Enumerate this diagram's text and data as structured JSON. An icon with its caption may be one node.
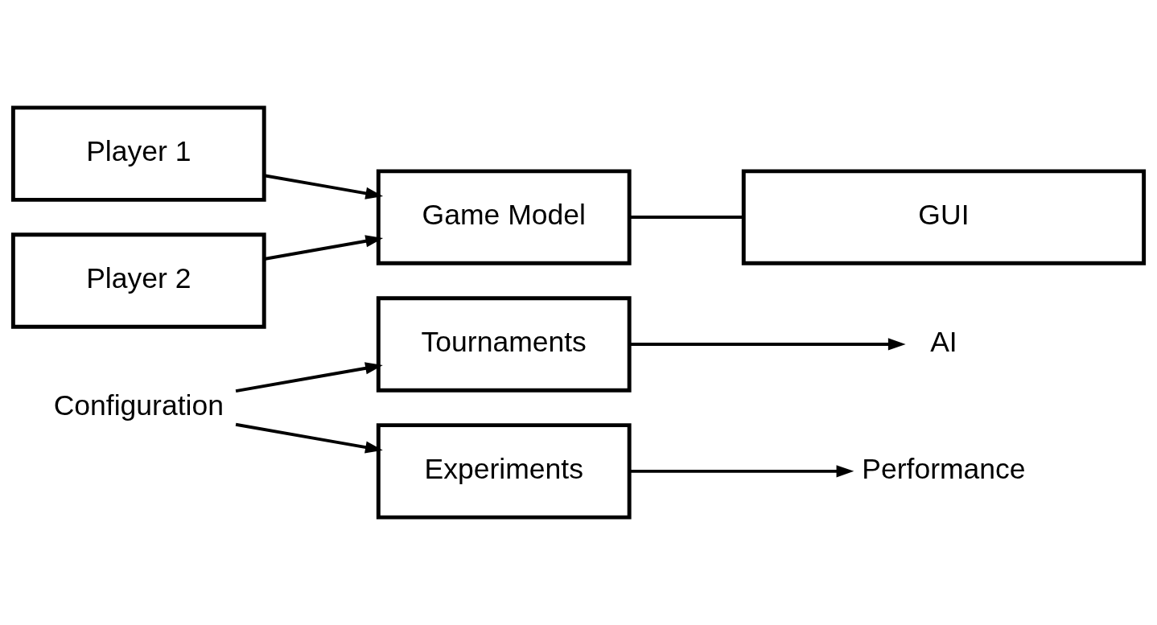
{
  "diagram": {
    "nodes": [
      {
        "text": [
          "GUI"
        ]
      },
      {
        "text": [
          "Player 1"
        ]
      },
      {
        "text": [
          "Player 2"
        ]
      },
      {
        "text": [
          "Game Model"
        ]
      },
      {
        "text": [
          "Tournaments"
        ]
      },
      {
        "text": [
          "Experiments"
        ]
      },
      {
        "text": [
          "AI"
        ]
      },
      {
        "text": [
          "Performance"
        ]
      },
      {
        "text": [
          "Configuration"
        ]
      }
    ],
    "edges": [
      {
        "from": 3,
        "to": 0,
        "arrow": "none"
      },
      {
        "from": 1,
        "to": 3,
        "arrow": "to"
      },
      {
        "from": 2,
        "to": 3,
        "arrow": "to"
      },
      {
        "from": 4,
        "to": 6,
        "arrow": "to"
      },
      {
        "from": 5,
        "to": 7,
        "arrow": "to"
      },
      {
        "from": 8,
        "to": 4,
        "arrow": "to"
      },
      {
        "from": 8,
        "to": 5,
        "arrow": "to"
      }
    ]
  }
}
